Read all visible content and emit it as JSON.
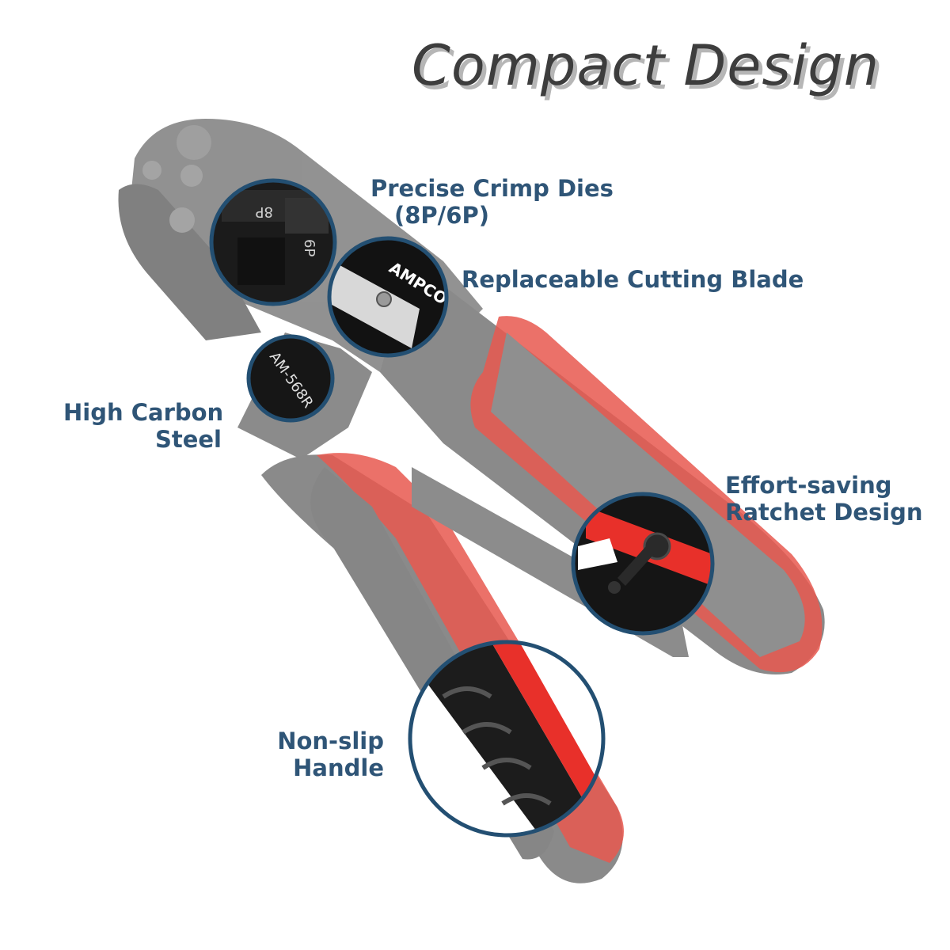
{
  "title": "Compact Design",
  "features": {
    "crimp_dies": {
      "line1": "Precise Crimp Dies",
      "line2": "(8P/6P)"
    },
    "cutting_blade": {
      "line1": "Replaceable Cutting Blade"
    },
    "carbon_steel": {
      "line1": "High Carbon",
      "line2": "Steel"
    },
    "ratchet": {
      "line1": "Effort-saving",
      "line2": "Ratchet Design"
    },
    "handle": {
      "line1": "Non-slip",
      "line2": "Handle"
    }
  },
  "tool_marks": {
    "brand": "AMPCOM",
    "model": "AM-568R",
    "die_8p": "8P",
    "die_6p": "6P"
  },
  "colors": {
    "label": "#2f5577",
    "ring": "#234f72",
    "body_gray": "#8a8a8a",
    "accent_red": "#e8584f"
  }
}
